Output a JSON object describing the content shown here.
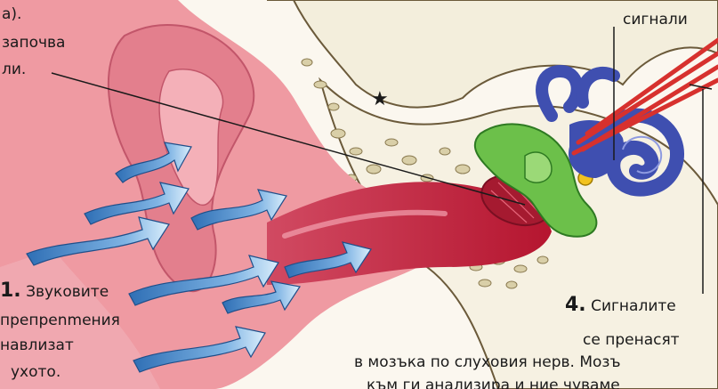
{
  "labels": {
    "top_left_line1": "а).",
    "top_left_line2": "започва",
    "top_left_line3": "ли.",
    "top_right": "сигнали",
    "star": "★",
    "step1_number": "1.",
    "step1_line1": "Звуковите",
    "step1_line2": "препреnmeния",
    "step1_line3": "навлизат",
    "step1_line4": "ухото.",
    "step4_number": "4.",
    "step4_line1": "Сигналите",
    "step4_line2": "се пренасят",
    "step4_line3": "в мозъка по слуховия нерв. Мозъ",
    "step4_line4": "към ги анализира и ние чуваме"
  },
  "colors": {
    "skin": "#ef9aa2",
    "skin_dark": "#d9687a",
    "canal": "#c8243a",
    "bone": "#f3eedc",
    "ossicles": "#6cc04a",
    "cochlea": "#3f4fb0",
    "nerve": "#d7312e",
    "arrow": "#3d7fc1",
    "ink": "#1a1a1a"
  }
}
